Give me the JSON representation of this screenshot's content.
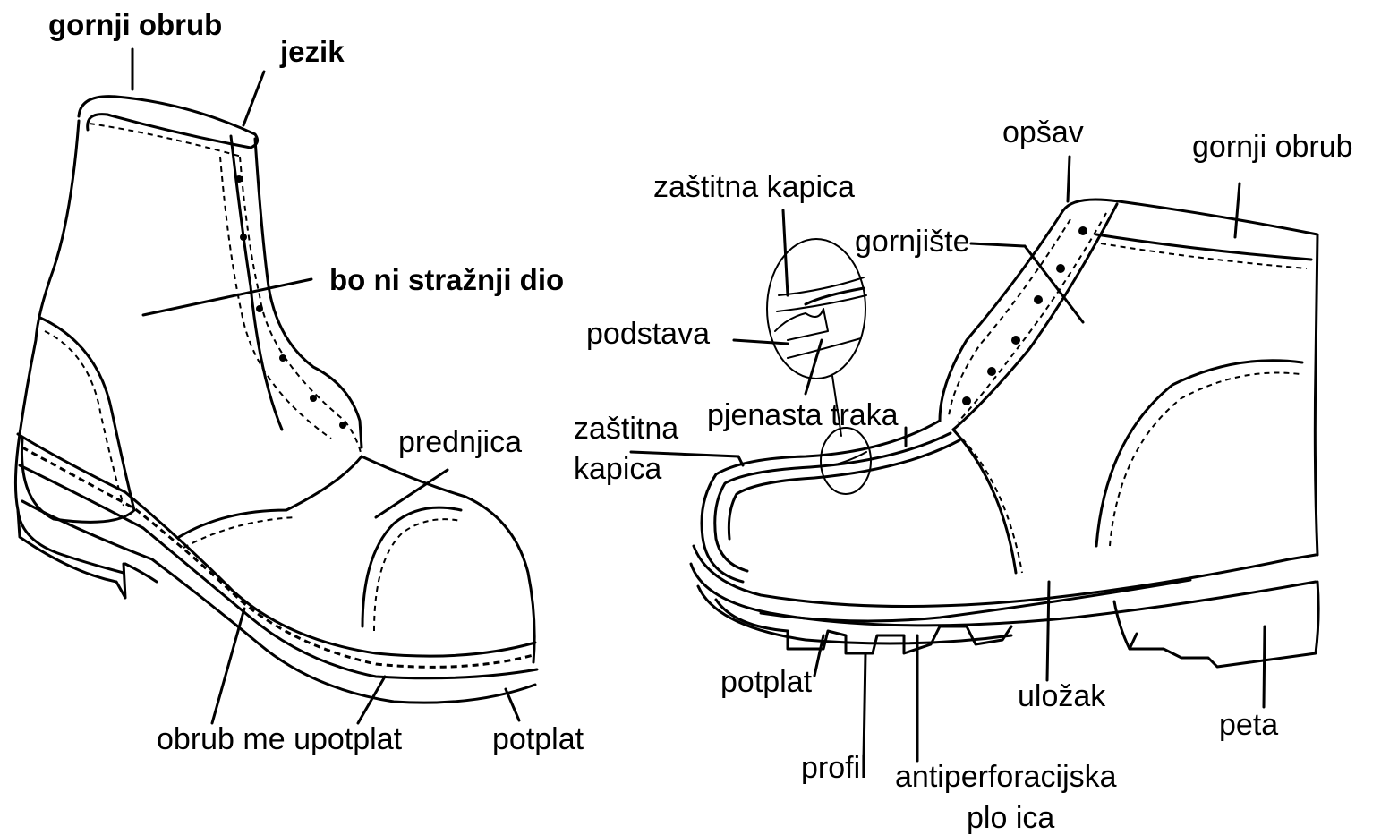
{
  "left_boot": {
    "labels": {
      "top_collar": "gornji obrub",
      "tongue": "jezik",
      "side_back": "bo  ni stražnji dio",
      "vamp": "prednjica",
      "welt": "obrub  me  upotplat",
      "sole": "potplat"
    }
  },
  "right_boot": {
    "labels": {
      "eyestay": "opšav",
      "top_collar": "gornji obrub",
      "toe_cap_detail": "zaštitna kapica",
      "upper": "gornjište",
      "lining": "podstava",
      "foam_strip": "pjenasta traka",
      "toe_cap_line1": "zaštitna",
      "toe_cap_line2": "kapica",
      "outsole": "potplat",
      "tread": "profil",
      "plate_line1": "antiperforacijska",
      "plate_line2": "plo  ica",
      "insole": "uložak",
      "heel": "peta"
    }
  }
}
